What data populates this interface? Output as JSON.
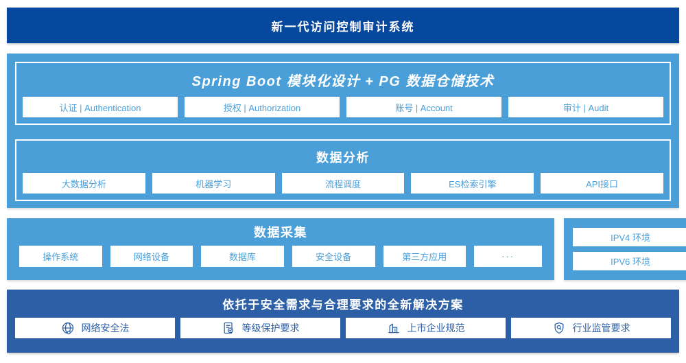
{
  "header": {
    "title": "新一代访问控制审计系统"
  },
  "platform": {
    "modules_section": {
      "title": "Spring Boot 模块化设计 + PG 数据仓储技术",
      "items": [
        "认证 | Authentication",
        "授权 | Authorization",
        "账号 | Account",
        "审计 | Audit"
      ]
    },
    "analysis_section": {
      "title": "数据分析",
      "items": [
        "大数据分析",
        "机器学习",
        "流程调度",
        "ES检索引擎",
        "API接口"
      ]
    }
  },
  "collection": {
    "title": "数据采集",
    "items": [
      "操作系统",
      "网络设备",
      "数据库",
      "安全设备",
      "第三方应用",
      "···"
    ]
  },
  "environments": {
    "items": [
      "IPV4 环境",
      "IPV6 环境"
    ]
  },
  "solution": {
    "title": "依托于安全需求与合理要求的全新解决方案",
    "items": [
      {
        "icon": "globe-icon",
        "label": "网络安全法"
      },
      {
        "icon": "document-check-icon",
        "label": "等级保护要求"
      },
      {
        "icon": "building-icon",
        "label": "上市企业规范"
      },
      {
        "icon": "shield-search-icon",
        "label": "行业监管要求"
      }
    ]
  },
  "colors": {
    "header_bg": "#05489E",
    "light_blue": "#4A9FD8",
    "solution_bg": "#2D5FA6",
    "chip_text_light": "#4A9FD8",
    "chip_text_dark": "#2D5FA6"
  }
}
